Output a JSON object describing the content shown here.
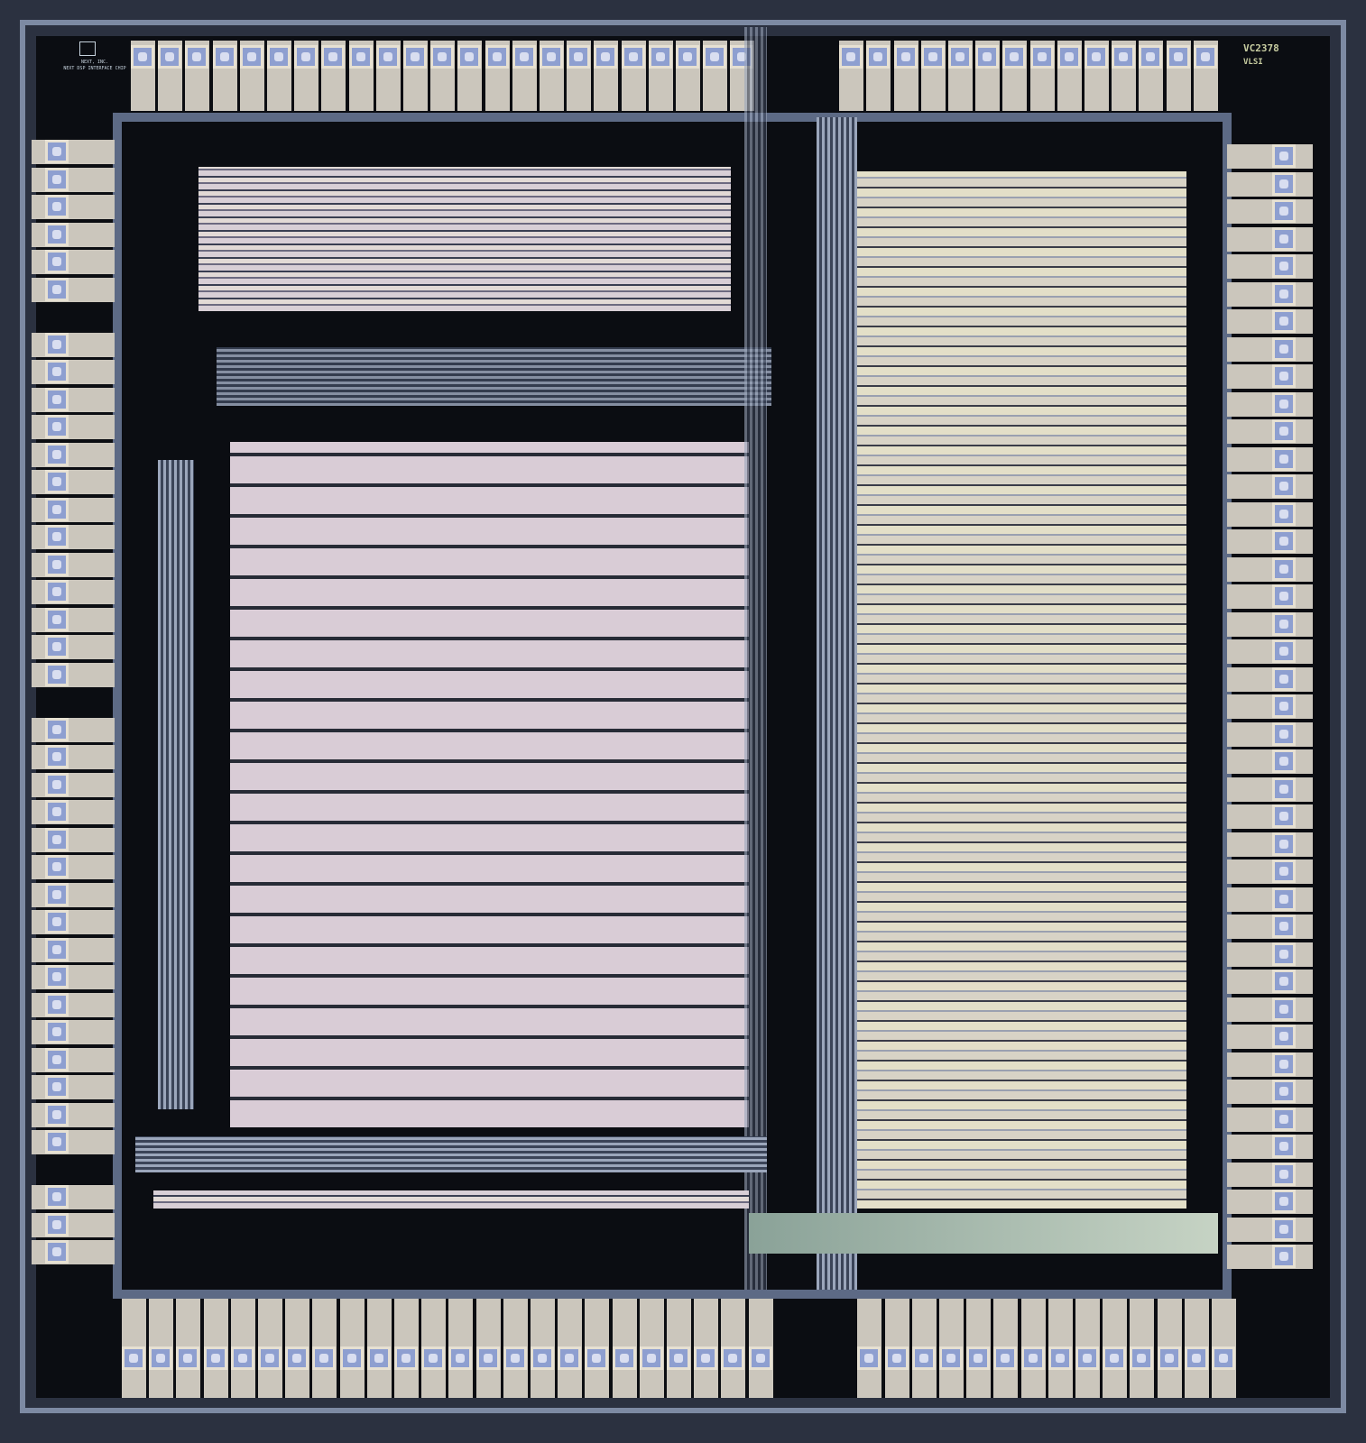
{
  "image": {
    "subject": "integrated-circuit-die",
    "colors": {
      "background": "#2b3140",
      "pad": "#8e9fd0",
      "logic": "#d8cfd6",
      "memory": "#d9ccd6",
      "right_block": "#e3dfc8",
      "metal": "#9ba6bb"
    }
  },
  "die_markings": {
    "left_logo_line1": "NEXT, INC.",
    "left_logo_line2": "NEXT DSP INTERFACE CHIP",
    "right_part_number": "VC2378",
    "right_logo_vendor": "VLSI"
  }
}
